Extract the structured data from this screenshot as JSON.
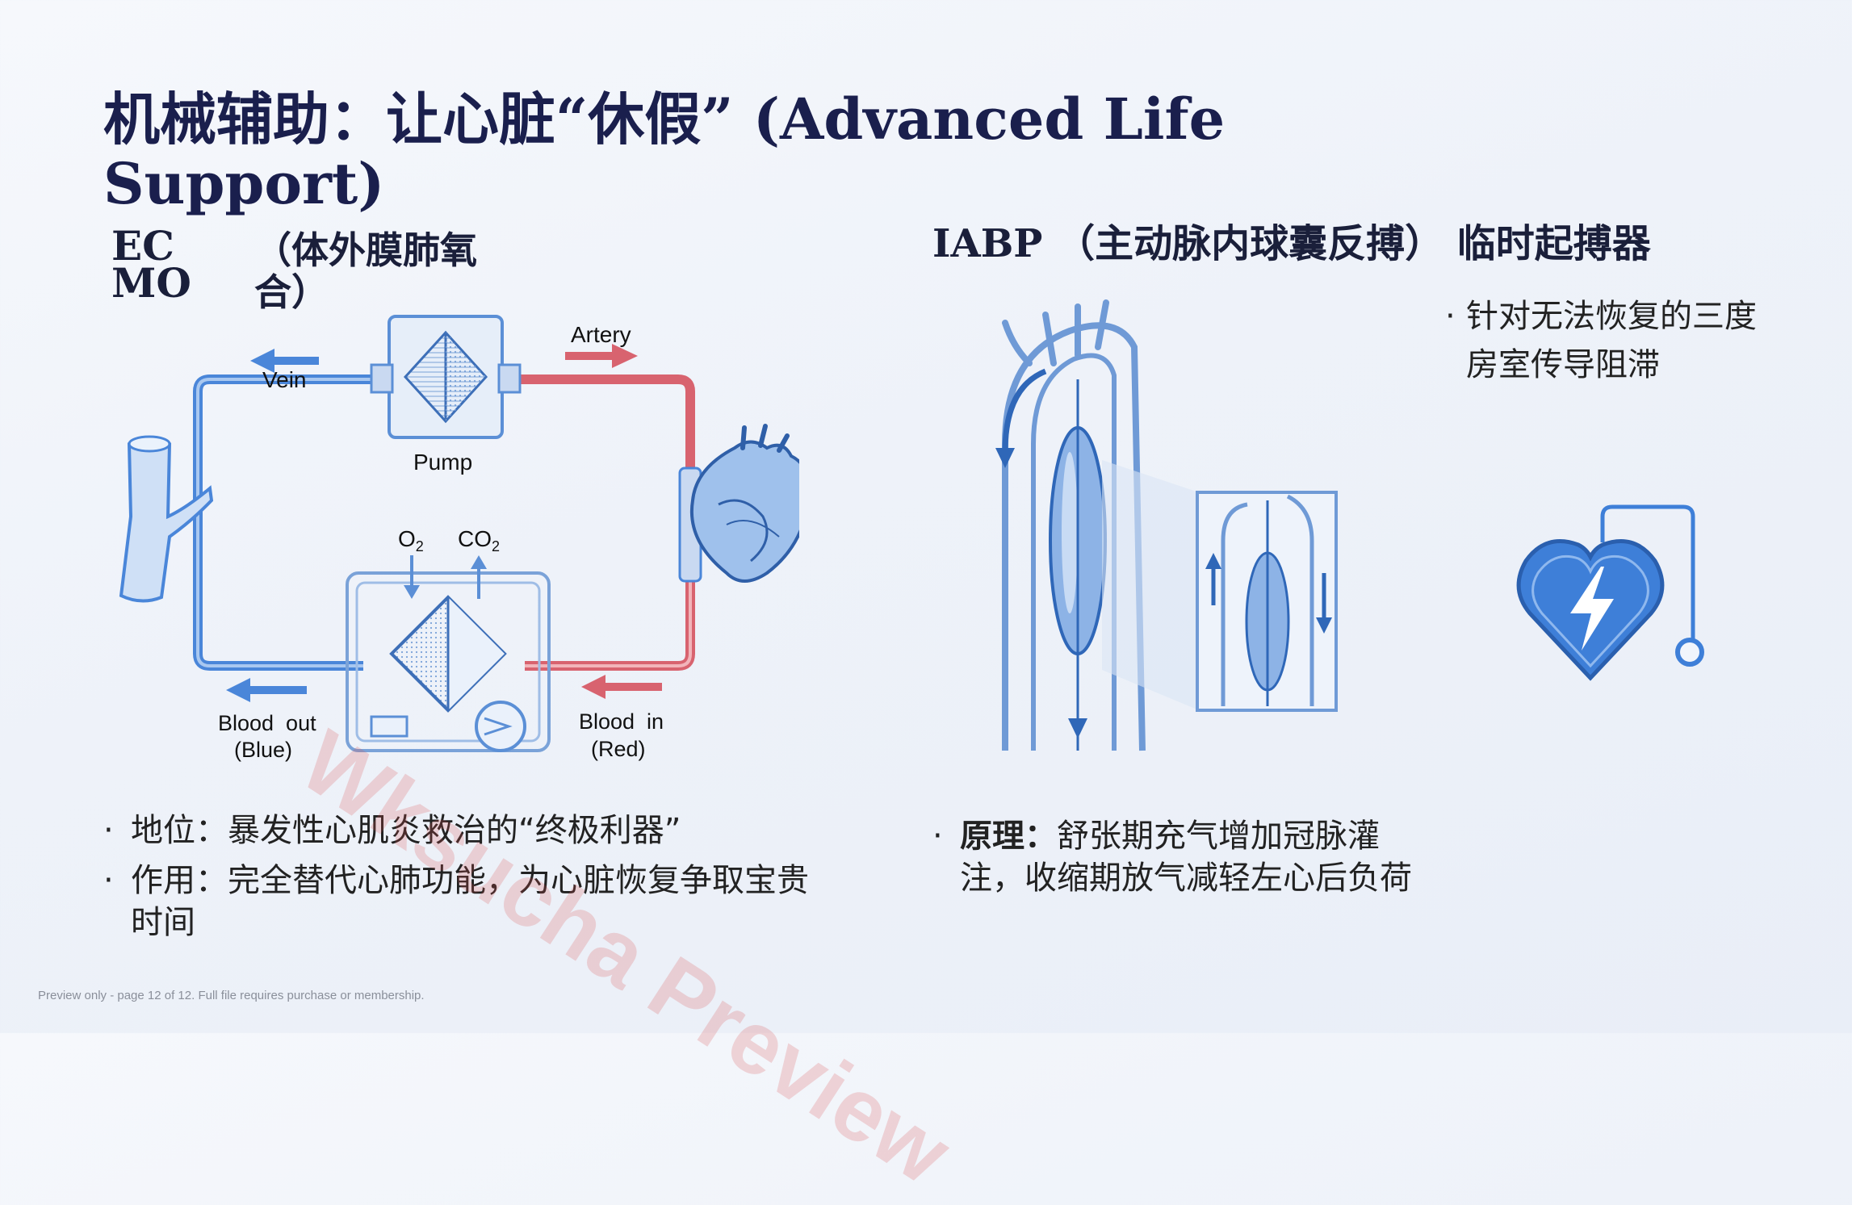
{
  "slide": {
    "title": "机械辅助：让心脏“休假” (Advanced Life Support)",
    "watermark": "Wksucha Preview",
    "footer": "Preview only - page 12 of 12. Full file requires purchase or membership."
  },
  "ecmo": {
    "heading_abbr": "EC MO",
    "heading_cn": "（体外膜肺氧合）",
    "diagram_labels": {
      "vein": "Vein",
      "artery": "Artery",
      "pump": "Pump",
      "o2": "O",
      "o2_sub": "2",
      "co2": "CO",
      "co2_sub": "2",
      "blood_out": "Blood  out",
      "blood_out_color": "(Blue)",
      "blood_in": "Blood  in",
      "blood_in_color": "(Red)"
    },
    "bullets": [
      "地位：暴发性心肌炎救治的“终极利器”",
      "作用：完全替代心肺功能，为心脏恢复争取宝贵时间"
    ]
  },
  "iabp": {
    "heading": "IABP （主动脉内球囊反搏） 临时起搏器",
    "principle_label": "原理：",
    "principle_text": "舒张期充气增加冠脉灌注，收缩期放气减轻左心后负荷"
  },
  "pacemaker": {
    "bullets": [
      "针对无法恢复的三度房室传导阻滞"
    ]
  },
  "colors": {
    "navy": "#1a1f4d",
    "blue": "#4a86d9",
    "red": "#d8636f",
    "watermark": "#dc5050"
  },
  "icons": [
    "heart-icon",
    "defibrillator-heart-icon",
    "vein-icon",
    "pump-icon",
    "oxygenator-icon",
    "aorta-balloon-icon"
  ]
}
